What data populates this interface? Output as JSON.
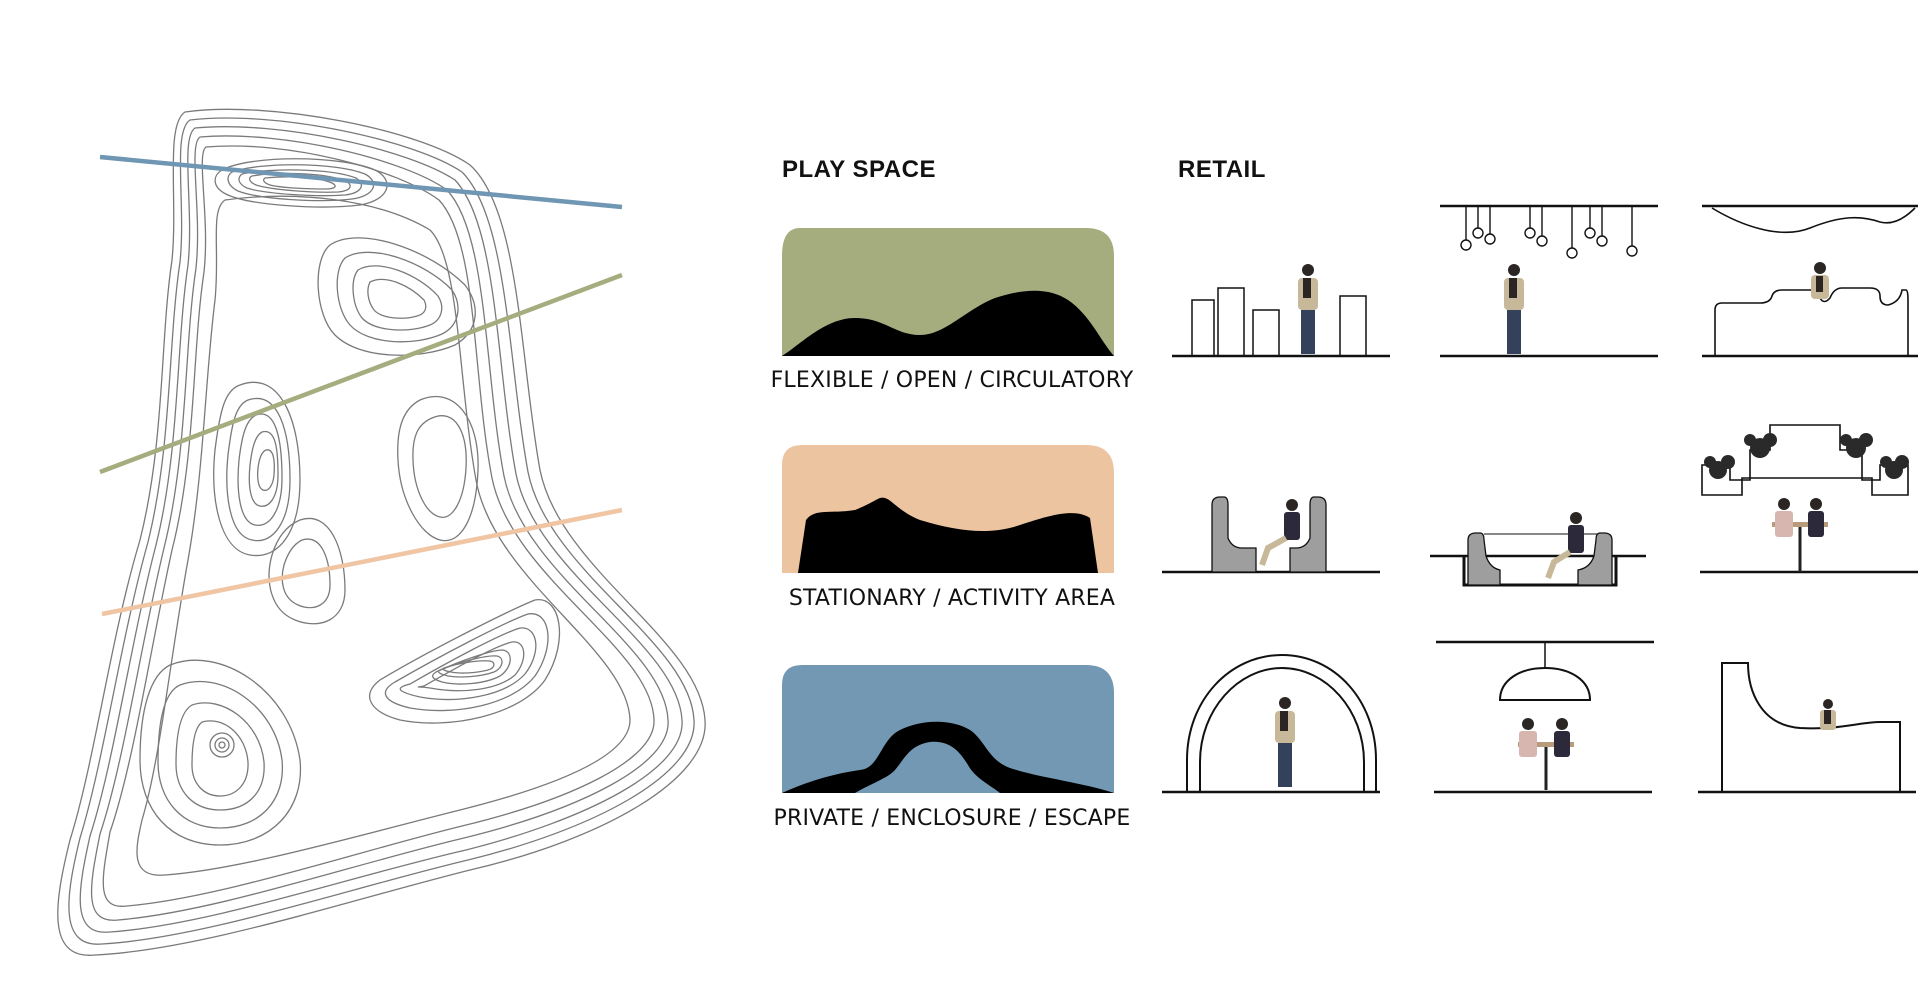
{
  "headings": {
    "play_space": "PLAY SPACE",
    "retail": "RETAIL"
  },
  "rows": [
    {
      "label": "FLEXIBLE / OPEN / CIRCULATORY",
      "color": "#a5ad7f"
    },
    {
      "label": "STATIONARY / ACTIVITY AREA",
      "color": "#edc4a0"
    },
    {
      "label": "PRIVATE / ENCLOSURE / ESCAPE",
      "color": "#7398b3"
    }
  ],
  "section_lines": {
    "top": "#6f96b3",
    "middle": "#a5ad7f",
    "bottom": "#efc5a3"
  },
  "contour_color": "#6e6e6e"
}
